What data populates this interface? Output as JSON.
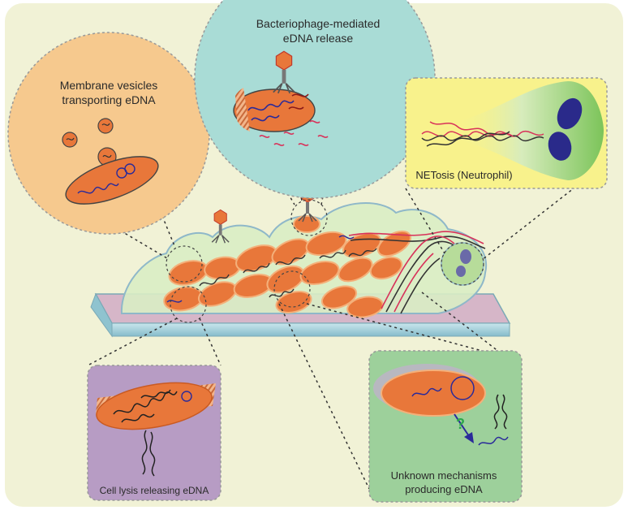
{
  "panels": {
    "vesicles": {
      "line1": "Membrane vesicles",
      "line2": "transporting eDNA"
    },
    "phage": {
      "line1": "Bacteriophage-mediated",
      "line2": "eDNA release"
    },
    "netosis": {
      "label": "NETosis (Neutrophil)"
    },
    "lysis": {
      "label": "Cell lysis releasing eDNA"
    },
    "unknown": {
      "line1": "Unknown mechanisms",
      "line2": "producing eDNA",
      "question_mark": "?"
    }
  },
  "colors": {
    "background_panel": "#f1f2d6",
    "cell_orange": "#e8773a",
    "cell_outline": "#f4b07a",
    "matrix_green": "#d7ecc2",
    "surface_blue": "#a9d3dd",
    "dna_blue": "#2a2a9a",
    "dna_red": "#d8325a",
    "vesicle_bubble": "#f6c98e",
    "phage_bubble": "#a9dcd6",
    "netosis_box": "#f8f28c",
    "lysis_box": "#b79cc4",
    "unknown_box": "#9dd09b"
  }
}
